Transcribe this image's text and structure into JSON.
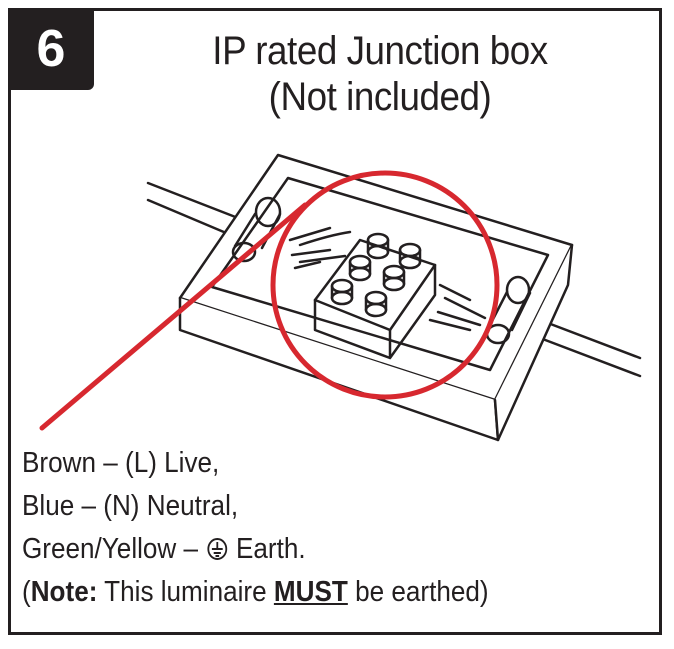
{
  "step": {
    "number": "6"
  },
  "title": {
    "line1": "IP rated Junction box",
    "line2": "(Not included)"
  },
  "notes": {
    "brown": "Brown – (L) Live,",
    "blue": "Blue – (N) Neutral,",
    "green_prefix": "Green/Yellow –",
    "green_suffix": "Earth.",
    "note_open": "(",
    "note_label": "Note:",
    "note_text": " This luminaire ",
    "note_must": "MUST",
    "note_end": " be earthed)"
  },
  "icons": {
    "earth": "earth-ground-icon"
  },
  "colors": {
    "ink": "#231f20",
    "highlight": "#d7282f",
    "background": "#ffffff"
  }
}
